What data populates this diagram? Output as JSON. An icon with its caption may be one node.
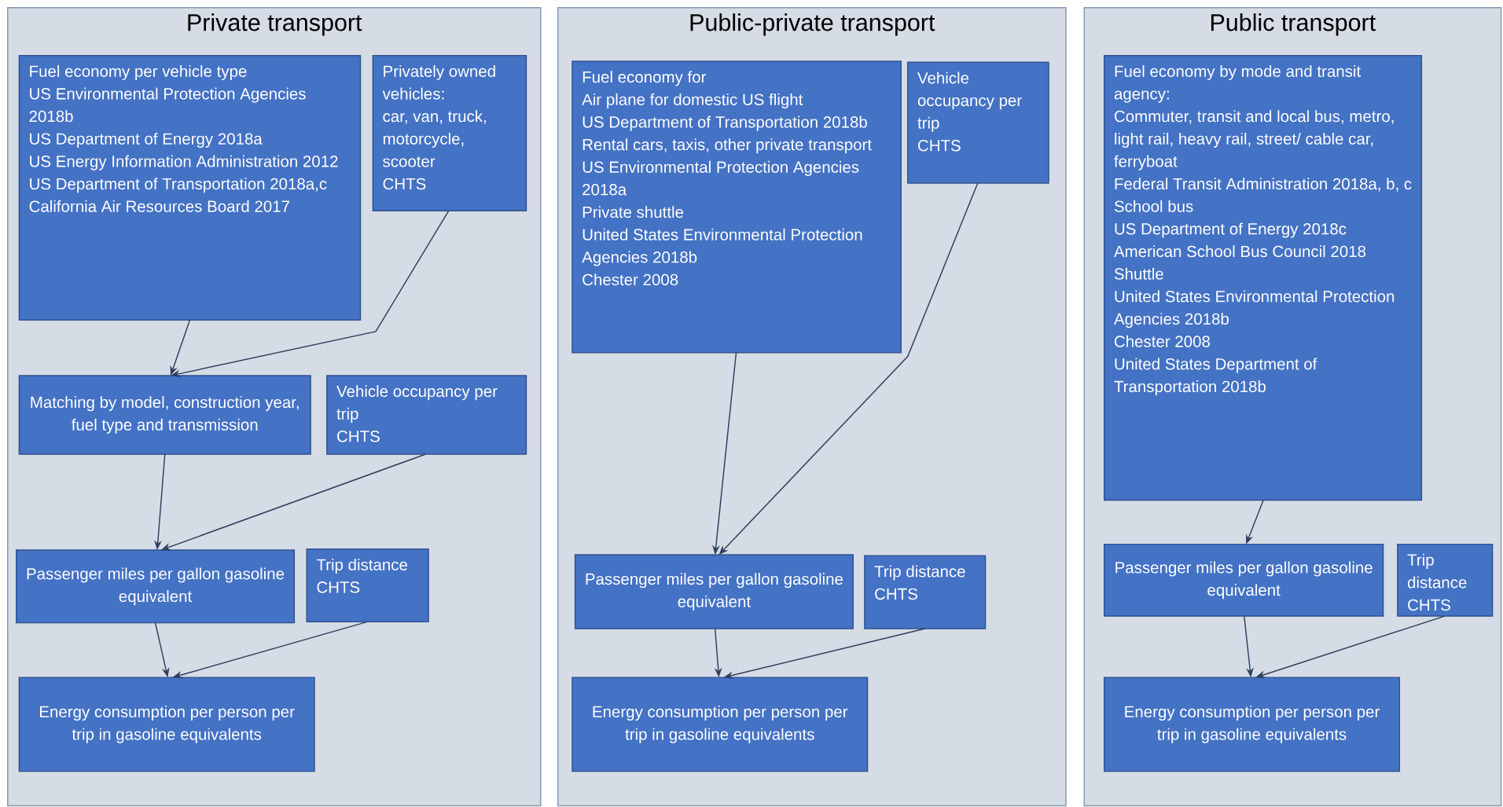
{
  "diagram": {
    "nodes": [
      {
        "text": [
          "Private transport"
        ]
      },
      {
        "text": [
          "Fuel economy per vehicle type",
          "US Environmental Protection Agencies 2018b",
          "US Department of Energy 2018a",
          "US Energy Information Administration 2012",
          "US Department of Transportation 2018a,c",
          "California Air Resources Board 2017"
        ],
        "in": 0
      },
      {
        "text": [
          "Privately owned vehicles:",
          "car, van, truck, motorcycle, scooter",
          "CHTS"
        ],
        "in": 0
      },
      {
        "text": [
          "Matching by model, construction year, fuel type and transmission"
        ],
        "in": 0
      },
      {
        "text": [
          "Vehicle occupancy per trip",
          "CHTS"
        ],
        "in": 0
      },
      {
        "text": [
          "Passenger miles per gallon gasoline equivalent"
        ],
        "in": 0
      },
      {
        "text": [
          "Trip distance",
          "CHTS"
        ],
        "in": 0
      },
      {
        "text": [
          "Energy consumption per person per trip in gasoline equivalents"
        ],
        "in": 0
      },
      {
        "text": [
          "Public-private transport"
        ]
      },
      {
        "text": [
          "Fuel economy for",
          "Air plane for domestic US flight",
          "US Department of Transportation 2018b",
          "Rental cars, taxis, other private transport",
          "US Environmental Protection Agencies 2018a",
          "Private shuttle",
          "United States Environmental Protection Agencies 2018b",
          "Chester 2008"
        ],
        "in": 8
      },
      {
        "text": [
          "Vehicle occupancy per trip",
          "CHTS"
        ],
        "in": 8
      },
      {
        "text": [
          "Passenger miles per gallon gasoline equivalent"
        ],
        "in": 8
      },
      {
        "text": [
          "Trip distance",
          "CHTS"
        ],
        "in": 8
      },
      {
        "text": [
          "Energy consumption per person per trip in gasoline equivalents"
        ],
        "in": 8
      },
      {
        "text": [
          "Public transport"
        ]
      },
      {
        "text": [
          "Fuel economy by mode and transit agency:",
          "Commuter, transit and local bus, metro, light rail, heavy rail, street/ cable car, ferryboat",
          "Federal Transit Administration 2018a, b, c",
          "School bus",
          "US Department of Energy 2018c",
          "American School Bus Council 2018",
          "Shuttle",
          "United States Environmental Protection Agencies 2018b",
          "Chester 2008",
          "United States Department of Transportation 2018b"
        ],
        "in": 14
      },
      {
        "text": [
          "Passenger miles per gallon gasoline equivalent"
        ],
        "in": 14
      },
      {
        "text": [
          "Trip distance",
          "CHTS"
        ],
        "in": 14
      },
      {
        "text": [
          "Energy consumption per person per trip in gasoline equivalents"
        ],
        "in": 14
      }
    ],
    "edges": [
      {
        "from": 1,
        "to": 3,
        "arrow": "to"
      },
      {
        "from": 2,
        "to": 3,
        "arrow": "to"
      },
      {
        "from": 3,
        "to": 5,
        "arrow": "to"
      },
      {
        "from": 4,
        "to": 5,
        "arrow": "to"
      },
      {
        "from": 5,
        "to": 7,
        "arrow": "to"
      },
      {
        "from": 6,
        "to": 7,
        "arrow": "to"
      },
      {
        "from": 9,
        "to": 11,
        "arrow": "to"
      },
      {
        "from": 10,
        "to": 11,
        "arrow": "to"
      },
      {
        "from": 11,
        "to": 13,
        "arrow": "to"
      },
      {
        "from": 12,
        "to": 13,
        "arrow": "to"
      },
      {
        "from": 15,
        "to": 16,
        "arrow": "to"
      },
      {
        "from": 16,
        "to": 18,
        "arrow": "to"
      },
      {
        "from": 17,
        "to": 18,
        "arrow": "to"
      }
    ]
  }
}
